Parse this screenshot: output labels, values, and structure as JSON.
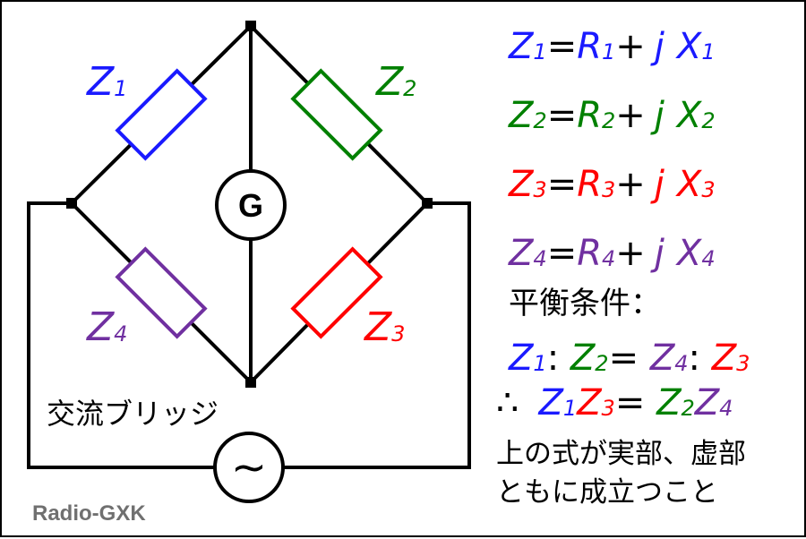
{
  "labels": {
    "z1": {
      "sym": "Z",
      "sub": "1"
    },
    "z2": {
      "sym": "Z",
      "sub": "2"
    },
    "z3": {
      "sym": "Z",
      "sub": "3"
    },
    "z4": {
      "sym": "Z",
      "sub": "4"
    },
    "galvanometer": "G",
    "source": "~",
    "bridge_name": "交流ブリッジ",
    "brand": "Radio-GXK"
  },
  "equations": [
    {
      "z": "Z",
      "zs": "1",
      "eq": "=",
      "r": "R",
      "rs": "1",
      "plus": "+",
      "j": "j",
      "x": "X",
      "xs": "1",
      "color": "#1a1aff"
    },
    {
      "z": "Z",
      "zs": "2",
      "eq": "=",
      "r": "R",
      "rs": "2",
      "plus": "+",
      "j": "j",
      "x": "X",
      "xs": "2",
      "color": "#008000"
    },
    {
      "z": "Z",
      "zs": "3",
      "eq": "=",
      "r": "R",
      "rs": "3",
      "plus": "+",
      "j": "j",
      "x": "X",
      "xs": "3",
      "color": "#ff0000"
    },
    {
      "z": "Z",
      "zs": "4",
      "eq": "=",
      "r": "R",
      "rs": "4",
      "plus": "+",
      "j": "j",
      "x": "X",
      "xs": "4",
      "color": "#7030a0"
    }
  ],
  "condition_title": "平衡条件：",
  "ratio": {
    "a": "Z",
    "as": "1",
    "c1": ":",
    "b": "Z",
    "bs": "2",
    "eq": "=",
    "c": "Z",
    "cs": "4",
    "c2": ":",
    "d": "Z",
    "ds": "3"
  },
  "product": {
    "therefore": "∴",
    "a": "Z",
    "as": "1",
    "b": "Z",
    "bs": "3",
    "eq": "=",
    "c": "Z",
    "cs": "2",
    "d": "Z",
    "ds": "4"
  },
  "note_line1": "上の式が実部、虚部",
  "note_line2": "ともに成立つこと",
  "colors": {
    "z1": "#1a1aff",
    "z2": "#008000",
    "z3": "#ff0000",
    "z4": "#7030a0",
    "brand": "#707070"
  }
}
